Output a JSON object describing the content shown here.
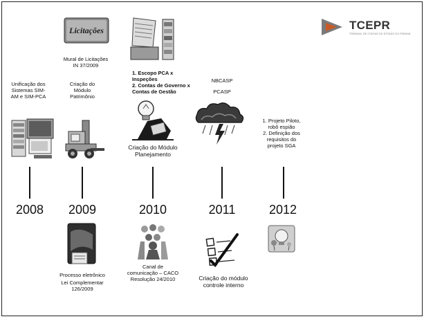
{
  "logo": {
    "text": "TCEPR",
    "subtitle": "TRIBUNAL DE CONTAS DO ESTADO DO PARANÁ"
  },
  "images": {
    "licitacoes": {
      "icon": "licitacoes-logo-icon",
      "text": "Licitações"
    },
    "documents_stack": {
      "icon": "document-stack-icon"
    },
    "computer": {
      "icon": "computer-icon"
    },
    "forklift": {
      "icon": "forklift-icon"
    },
    "planner": {
      "icon": "lightbulb-planner-icon"
    },
    "storm": {
      "icon": "storm-cloud-icon"
    },
    "ebook": {
      "icon": "electronic-process-icon"
    },
    "people": {
      "icon": "people-communication-icon"
    },
    "checklist": {
      "icon": "checklist-icon"
    },
    "lightbulb": {
      "icon": "lightbulb-balloon-icon"
    }
  },
  "timeline": {
    "y2008": {
      "year": "2008",
      "top_lines": [
        "Unificação dos",
        "Sistemas SIM-",
        "AM e SIM-PCA"
      ]
    },
    "y2009": {
      "year": "2009",
      "top_lines": [
        "Criação do",
        "Módulo",
        "Patrimônio"
      ],
      "above_lines": [
        "Mural de Licitações",
        "IN 37/2009"
      ],
      "bottom_lines": [
        "Processo eletrônico",
        "Lei Complementar",
        "126/2009"
      ]
    },
    "y2010": {
      "year": "2010",
      "bold_lines": [
        "1. Escopo PCA x",
        "Inspeções",
        "2. Contas de Governo x",
        "Contas de Gestão"
      ],
      "top_lines": [
        "Criação do Módulo",
        "Planejamento"
      ],
      "bottom_lines": [
        "Canal de",
        "comunicação – CACO",
        "Resolução 24/2010"
      ]
    },
    "y2011": {
      "year": "2011",
      "top_lines": [
        "NBCASP",
        "PCASP"
      ],
      "bottom_lines": [
        "Criação do módulo",
        "controle interno"
      ]
    },
    "y2012": {
      "year": "2012",
      "top_lines": [
        "1. Projeto Piloto,",
        "robô espião",
        "2. Definição dos",
        "requisitos do",
        "projeto SGA"
      ]
    }
  }
}
